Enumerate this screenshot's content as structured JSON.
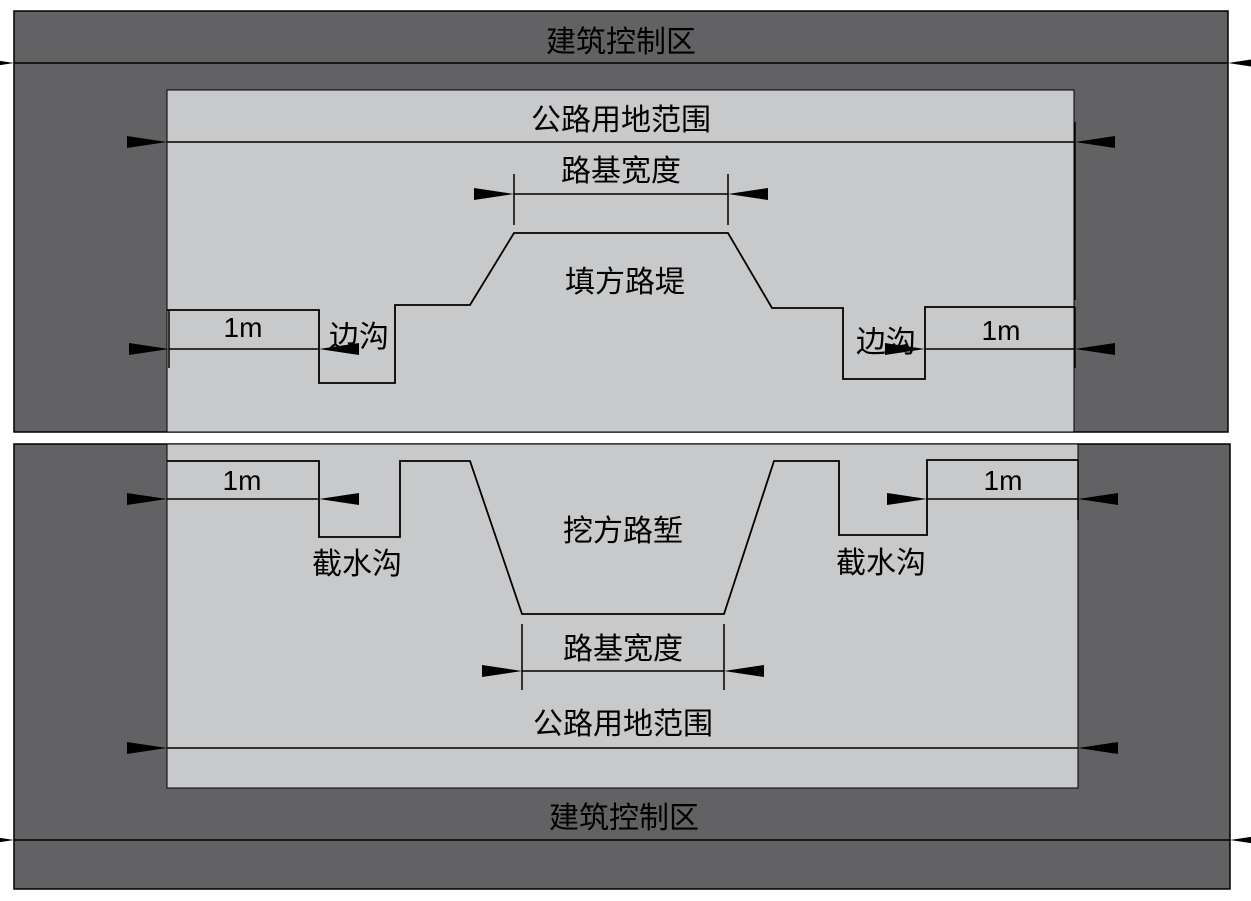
{
  "colors": {
    "control_zone": "#626264",
    "land_area": "#c8c9cb",
    "line": "#000000",
    "white": "#ffffff"
  },
  "embankment": {
    "control_zone_label": "建筑控制区",
    "land_label": "公路用地范围",
    "roadbed_width_label": "路基宽度",
    "body_label": "填方路堤",
    "ditch_left_label": "边沟",
    "ditch_right_label": "边沟",
    "offset_left_label": "1m",
    "offset_right_label": "1m"
  },
  "cutting": {
    "control_zone_label": "建筑控制区",
    "land_label": "公路用地范围",
    "roadbed_width_label": "路基宽度",
    "body_label": "挖方路堑",
    "ditch_left_label": "截水沟",
    "ditch_right_label": "截水沟",
    "offset_left_label": "1m",
    "offset_right_label": "1m"
  }
}
